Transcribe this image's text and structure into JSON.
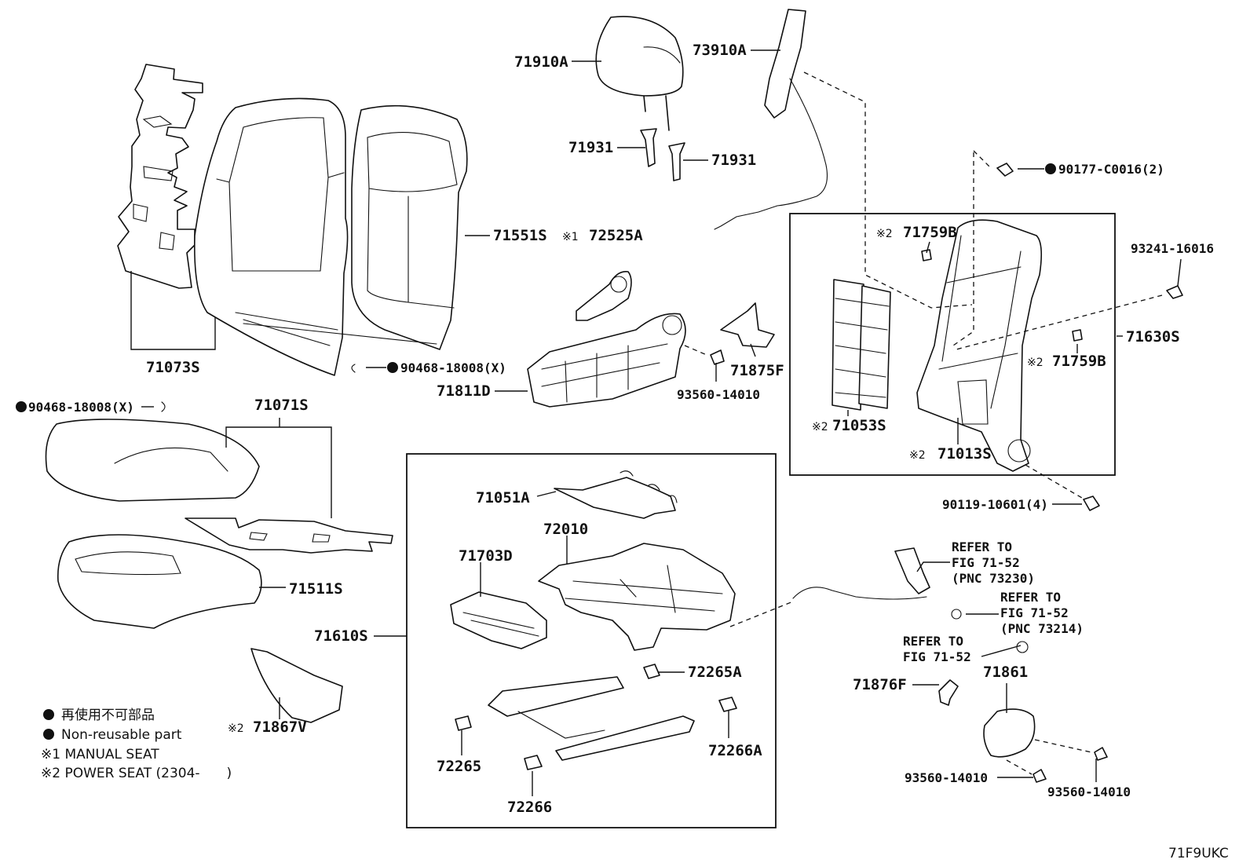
{
  "labels": {
    "p71910A": "71910A",
    "p73910A": "73910A",
    "p71931a": "71931",
    "p71931b": "71931",
    "p90177": "90177-C0016(2)",
    "p71551S": "71551S",
    "p72525A": "72525A",
    "p71759Ba": "71759B",
    "p93241": "93241-16016",
    "p71630S": "71630S",
    "p71759Bb": "71759B",
    "p71073S": "71073S",
    "p90468a": "90468-18008(X)",
    "p71875F": "71875F",
    "p93560a": "93560-14010",
    "p71811D": "71811D",
    "p71053S": "71053S",
    "p71013S": "71013S",
    "p90468b": "90468-18008(X)",
    "p71071S": "71071S",
    "p90119": "90119-10601(4)",
    "p71051A": "71051A",
    "p72010": "72010",
    "p71703D": "71703D",
    "p71511S": "71511S",
    "p71610S": "71610S",
    "refer1_l1": "REFER TO",
    "refer1_l2": "FIG 71-52",
    "refer1_l3": "(PNC 73230)",
    "refer2_l1": "REFER TO",
    "refer2_l2": "FIG 71-52",
    "refer2_l3": "(PNC 73214)",
    "refer3_l1": "REFER TO",
    "refer3_l2": "FIG 71-52",
    "p72265A": "72265A",
    "p71876F": "71876F",
    "p71861": "71861",
    "p71867V": "71867V",
    "p72266A": "72266A",
    "p72265": "72265",
    "p72266": "72266",
    "p93560b": "93560-14010",
    "p93560c": "93560-14010"
  },
  "marks": {
    "note1": "※1",
    "note2": "※2"
  },
  "legend": {
    "jp": "再使用不可部品",
    "en": "Non-reusable part",
    "note1": "※1 MANUAL SEAT",
    "note2": "※2 POWER SEAT (2304-　　)"
  },
  "diagram_code": "71F9UKC"
}
